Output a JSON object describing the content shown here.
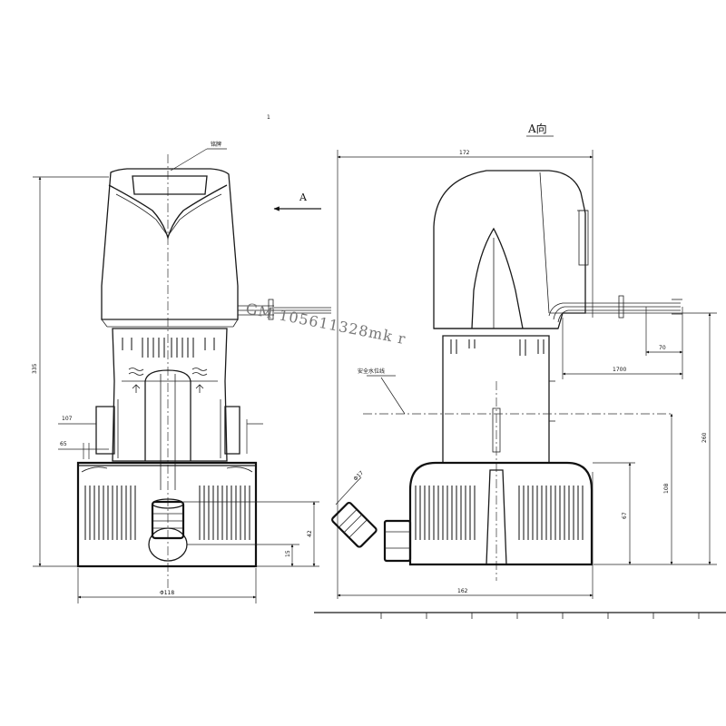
{
  "view_label": "A向",
  "arrow_label": "A",
  "top_mark": "1",
  "front_labels": {
    "nameplate": "铭牌",
    "height_total": "335",
    "width_107": "107",
    "width_65": "65",
    "base_width": "Φ118",
    "height_42": "42",
    "height_15": "15"
  },
  "side_labels": {
    "width_top": "172",
    "safety_level": "安全水位线",
    "cable_70": "70",
    "cable_1700": "1700",
    "height_260": "260",
    "height_108": "108",
    "height_67": "67",
    "outlet_diameter": "Φ17",
    "base_width": "162"
  },
  "watermark": "GM 105611328mk r"
}
